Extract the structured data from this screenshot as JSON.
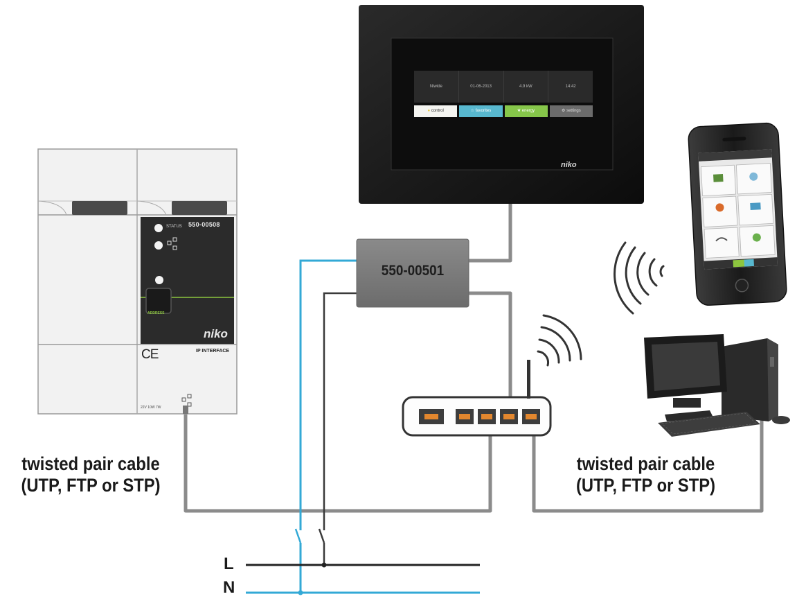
{
  "labels": {
    "left_caption_line1": "twisted pair cable",
    "left_caption_line2": "(UTP, FTP or STP)",
    "right_caption_line1": "twisted pair cable",
    "right_caption_line2": "(UTP, FTP or STP)",
    "power_box_label": "550-00501",
    "line_L": "L",
    "line_N": "N"
  },
  "ip_interface": {
    "model": "550-00508",
    "status_label": "STATUS",
    "address_label": "ADDRESS",
    "brand": "niko",
    "ce_mark": "CE",
    "product_name": "IP INTERFACE",
    "bottom_code": "22V 10W 7W"
  },
  "touchscreen": {
    "brand": "niko",
    "info_row": [
      "Niwide",
      "01-06-2013",
      "4.9 kW",
      "14:42"
    ],
    "buttons": [
      {
        "label": "control",
        "color": "#f4f4f0"
      },
      {
        "label": "favorites",
        "color": "#58b8cf"
      },
      {
        "label": "energy",
        "color": "#86c64a"
      },
      {
        "label": "settings",
        "color": "#6b6b6b"
      }
    ]
  },
  "colors": {
    "cable_gray": "#8a8a8a",
    "cable_blue": "#33a9d6",
    "wire_dark": "#333333"
  }
}
